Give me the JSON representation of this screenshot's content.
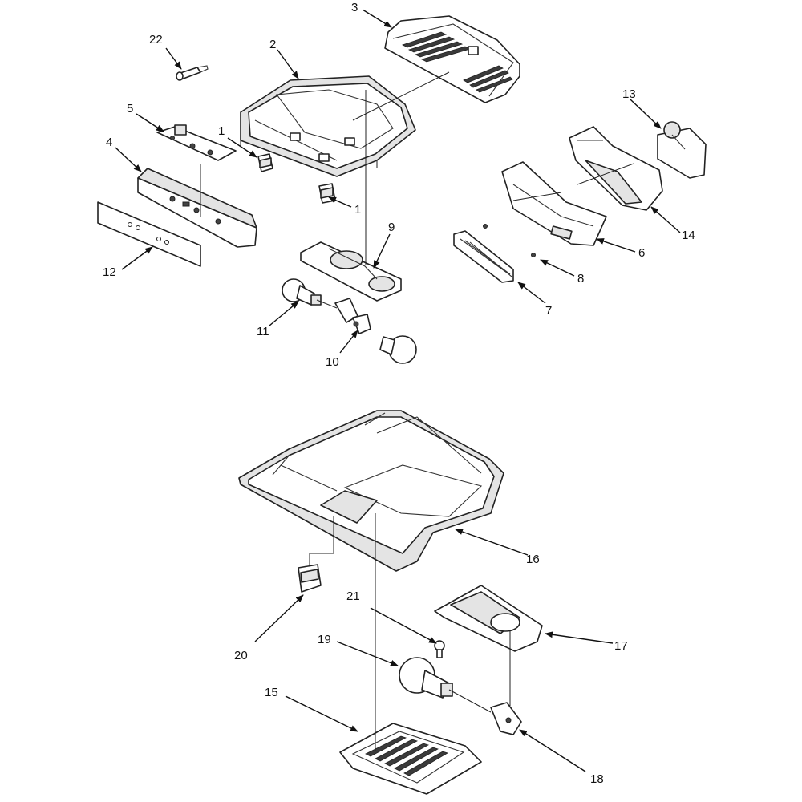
{
  "diagram": {
    "colors": {
      "line": "#222222",
      "background": "#ffffff",
      "shade": "#e4e4e4"
    },
    "callouts": [
      {
        "id": "c1a",
        "label": "1"
      },
      {
        "id": "c1b",
        "label": "1"
      },
      {
        "id": "c2",
        "label": "2"
      },
      {
        "id": "c3",
        "label": "3"
      },
      {
        "id": "c4",
        "label": "4"
      },
      {
        "id": "c5",
        "label": "5"
      },
      {
        "id": "c6",
        "label": "6"
      },
      {
        "id": "c7",
        "label": "7"
      },
      {
        "id": "c8",
        "label": "8"
      },
      {
        "id": "c9",
        "label": "9"
      },
      {
        "id": "c10",
        "label": "10"
      },
      {
        "id": "c11",
        "label": "11"
      },
      {
        "id": "c12",
        "label": "12"
      },
      {
        "id": "c13",
        "label": "13"
      },
      {
        "id": "c14",
        "label": "14"
      },
      {
        "id": "c15",
        "label": "15"
      },
      {
        "id": "c16",
        "label": "16"
      },
      {
        "id": "c17",
        "label": "17"
      },
      {
        "id": "c18",
        "label": "18"
      },
      {
        "id": "c19",
        "label": "19"
      },
      {
        "id": "c20",
        "label": "20"
      },
      {
        "id": "c21",
        "label": "21"
      },
      {
        "id": "c22",
        "label": "22"
      }
    ]
  }
}
